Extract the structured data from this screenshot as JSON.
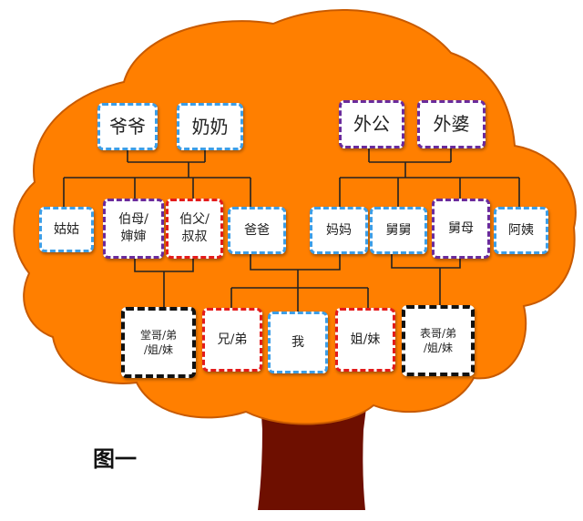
{
  "caption": "图一",
  "colors": {
    "canopy": "#ff7f00",
    "canopy_outline": "#c85a00",
    "trunk": "#6e0f00",
    "connector": "#222222",
    "border_blue": "#3d9ee6",
    "border_purple": "#6a2b9c",
    "border_red": "#e31b1b",
    "border_black": "#111111"
  },
  "nodes": {
    "yeye": "爷爷",
    "nainai": "奶奶",
    "waigong": "外公",
    "waipo": "外婆",
    "gugu": "姑姑",
    "bomu_line1": "伯母/",
    "bomu_line2": "婶婶",
    "bofu_line1": "伯父/",
    "bofu_line2": "叔叔",
    "baba": "爸爸",
    "mama": "妈妈",
    "jiujiu": "舅舅",
    "jiumu": "舅母",
    "ayi": "阿姨",
    "tang_line1": "堂哥/弟",
    "tang_line2": "/姐/妹",
    "xiongdi": "兄/弟",
    "wo": "我",
    "jiemei": "姐/妹",
    "biao_line1": "表哥/弟",
    "biao_line2": "/姐/妹"
  }
}
